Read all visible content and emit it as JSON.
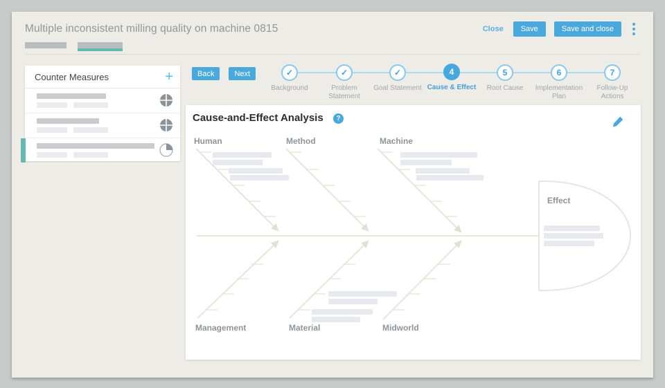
{
  "window": {
    "title": "Multiple inconsistent milling quality on machine 0815"
  },
  "header": {
    "close": "Close",
    "save": "Save",
    "save_and_close": "Save and close"
  },
  "nav": {
    "back": "Back",
    "next": "Next"
  },
  "counter_measures": {
    "title": "Counter Measures",
    "add_icon": "+",
    "items": [
      {
        "status": "complete"
      },
      {
        "status": "complete"
      },
      {
        "status": "quarter",
        "selected": true
      }
    ]
  },
  "stepper": {
    "check_glyph": "✓",
    "steps": [
      {
        "number": "1",
        "label": "Background",
        "state": "done"
      },
      {
        "number": "2",
        "label": "Problem Statement",
        "state": "done"
      },
      {
        "number": "3",
        "label": "Goal Statement",
        "state": "done"
      },
      {
        "number": "4",
        "label": "Cause & Effect",
        "state": "active"
      },
      {
        "number": "5",
        "label": "Root Cause",
        "state": "todo"
      },
      {
        "number": "6",
        "label": "Implementation Plan",
        "state": "todo"
      },
      {
        "number": "7",
        "label": "Follow-Up Actions",
        "state": "todo"
      }
    ]
  },
  "analysis": {
    "title": "Cause-and-Effect Analysis",
    "help_glyph": "?",
    "effect_label": "Effect",
    "categories_top": [
      "Human",
      "Method",
      "Machine"
    ],
    "categories_bottom": [
      "Management",
      "Material",
      "Midworld"
    ]
  },
  "colors": {
    "accent_blue": "#49a8dc",
    "teal": "#64b8b0",
    "fishbone_line": "#e8e5dc",
    "skeleton_gray": "#c9cccf",
    "skeleton_light": "#e7e9ee"
  }
}
